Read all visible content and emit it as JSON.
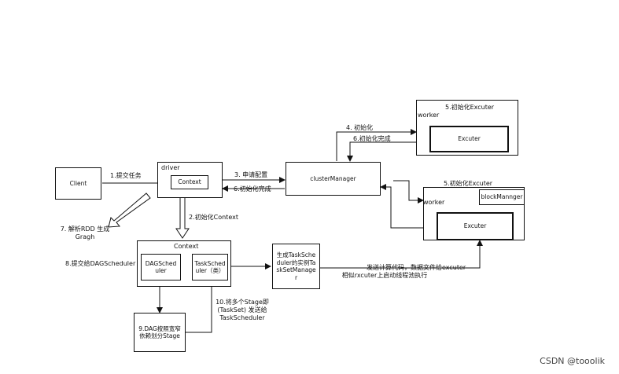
{
  "nodes": {
    "client": "Client",
    "driver_title": "driver",
    "driver_context": "Context",
    "cluster_manager": "clusterManager",
    "worker1_title": "5.初始化Excuter",
    "worker1_label": "worker",
    "worker1_excuter": "Excuter",
    "worker2_title": "5.初始化Excuter",
    "worker2_label": "worker",
    "worker2_blockmanager": "blockMannger",
    "worker2_excuter": "Excuter",
    "context_title": "Context",
    "dag_scheduler": "DAGScheduler",
    "task_scheduler": "TaskScheduler（类）",
    "taskset_manager": "生成TaskScheduler的实例TaskSetManager",
    "dag_stage": "9.DAG按照宽窄依赖划分Stage"
  },
  "edges": {
    "submit_task": "1.提交任务",
    "init_context": "2.初始化Context",
    "apply_config": "3. 申请配置",
    "init_complete_driver": "6.初始化完成",
    "init_worker": "4. 初始化",
    "init_complete_worker": "6.初始化完成",
    "parse_rdd": "7. 解析RDD 生成Gragh",
    "submit_dag": "8.提交给DAGScheduler",
    "send_stage": "10.将多个Stage即(TaskSet) 发送给TaskScheduler",
    "send_code_1": "发送计算代码，数据文件给excuter",
    "send_code_2": "相似rxcuter上启动线程池执行"
  },
  "watermark": "CSDN @tooolik"
}
